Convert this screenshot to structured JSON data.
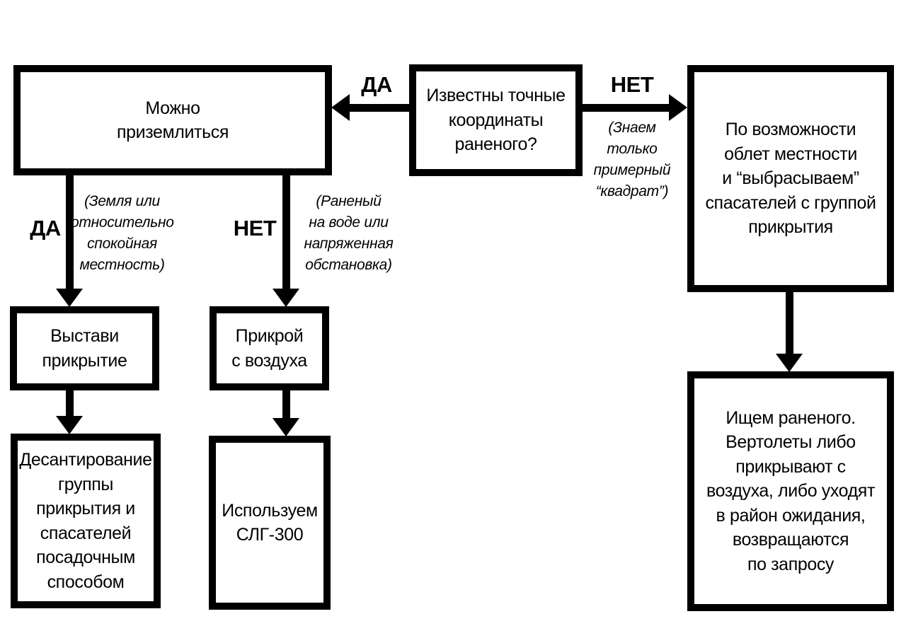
{
  "diagram": {
    "title_hint": "rescue-decision-flowchart",
    "colors": {
      "ink": "#000000",
      "background": "#ffffff"
    },
    "nodes": {
      "question": {
        "text": "Известны точные\nкоординаты\nраненого?"
      },
      "can_land": {
        "text": "Можно\nприземлиться"
      },
      "overfly": {
        "text": "По возможности\nоблет местности\nи “выбрасываем”\nспасателей с группой\nприкрытия"
      },
      "set_cover": {
        "text": "Выстави\nприкрытие"
      },
      "cover_from_air": {
        "text": "Прикрой\nс воздуха"
      },
      "landing_descent": {
        "text": "Десантирование\nгруппы\nприкрытия и\nспасателей\nпосадочным\nспособом"
      },
      "use_slg": {
        "text": "Используем\nСЛГ-300"
      },
      "search_wounded": {
        "text": "Ищем раненого.\nВертолеты либо\nприкрывают с\nвоздуха, либо уходят\nв район ожидания,\nвозвращаются\nпо запросу"
      }
    },
    "labels": {
      "yes_top": "ДА",
      "no_top": "НЕТ",
      "yes_left": "ДА",
      "no_mid": "НЕТ"
    },
    "notes": {
      "quadrat": "(Знаем\nтолько\nпримерный\n“квадрат”)",
      "ground": "(Земля или\nотносительно\nспокойная\nместность)",
      "water": "(Раненый\nна воде или\nнапряженная\nобстановка)"
    }
  }
}
